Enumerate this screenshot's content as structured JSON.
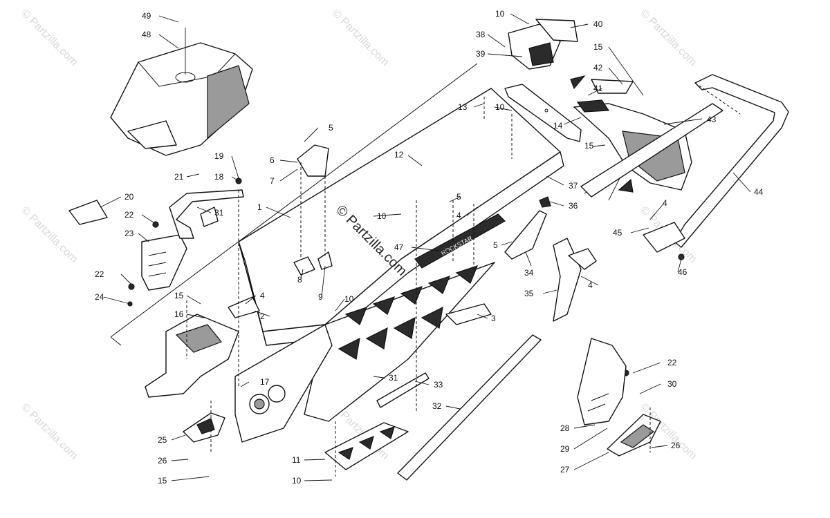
{
  "watermark": "© Partzilla.com",
  "center_watermark": "© Partzilla.com",
  "decal_text": "ROCKSTAR",
  "callouts": {
    "c49": "49",
    "c48": "48",
    "c10a": "10",
    "c38": "38",
    "c39": "39",
    "c40": "40",
    "c15a": "15",
    "c42": "42",
    "c41": "41",
    "c43": "43",
    "c13": "13",
    "c10b": "10",
    "c14": "14",
    "c15b": "15",
    "c44": "44",
    "c5a": "5",
    "c6": "6",
    "c7": "7",
    "c1": "1",
    "c12": "12",
    "c37": "37",
    "c19": "19",
    "c21": "21",
    "c18": "18",
    "c20": "20",
    "c22a": "22",
    "c31a": "31",
    "c23": "23",
    "c10c": "10",
    "c5b": "5",
    "c4a": "4",
    "c36": "36",
    "c4b": "4",
    "c45": "45",
    "c46": "46",
    "c5c": "5",
    "c47": "47",
    "c34": "34",
    "c8": "8",
    "c9": "9",
    "c22b": "22",
    "c24": "24",
    "c15c": "15",
    "c4c": "4",
    "c4d": "4",
    "c10d": "10",
    "c35": "35",
    "c16": "16",
    "c2": "2",
    "c3": "3",
    "c17": "17",
    "c31b": "31",
    "c33": "33",
    "c22c": "22",
    "c30": "30",
    "c32": "32",
    "c25": "25",
    "c26a": "26",
    "c15d": "15",
    "c28": "28",
    "c29": "29",
    "c26b": "26",
    "c11": "11",
    "c27": "27",
    "c10e": "10"
  }
}
